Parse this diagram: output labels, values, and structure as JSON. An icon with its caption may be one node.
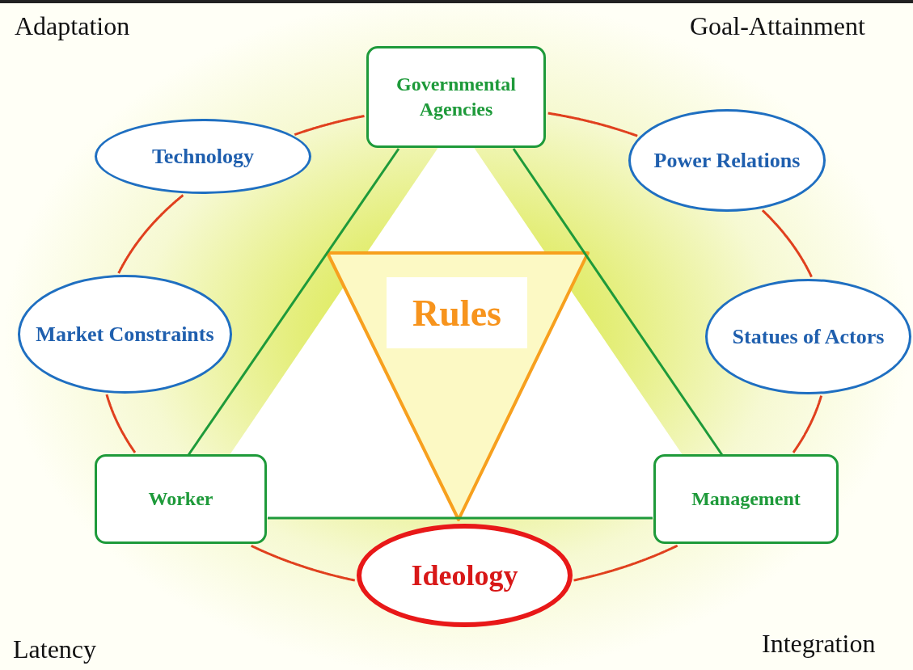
{
  "diagram": {
    "nodes": [
      {
        "text": [
          "Governmental Agencies"
        ]
      },
      {
        "text": [
          "Technology"
        ]
      },
      {
        "text": [
          "Power Relations"
        ]
      },
      {
        "text": [
          "Market Constraints"
        ]
      },
      {
        "text": [
          "Rules"
        ]
      },
      {
        "text": [
          "Statues of Actors"
        ]
      },
      {
        "text": [
          "Worker"
        ]
      },
      {
        "text": [
          "Management"
        ]
      },
      {
        "text": [
          "Ideology"
        ]
      }
    ],
    "edges": [
      {
        "from": 0,
        "to": 2,
        "arrow": "none"
      },
      {
        "from": 2,
        "to": 5,
        "arrow": "none"
      },
      {
        "from": 5,
        "to": 7,
        "arrow": "none"
      },
      {
        "from": 7,
        "to": 8,
        "arrow": "none"
      },
      {
        "from": 8,
        "to": 6,
        "arrow": "none"
      },
      {
        "from": 6,
        "to": 3,
        "arrow": "none"
      },
      {
        "from": 3,
        "to": 1,
        "arrow": "none"
      },
      {
        "from": 1,
        "to": 0,
        "arrow": "none"
      },
      {
        "from": 0,
        "to": 6,
        "arrow": "none",
        "color": "#1e9a3a"
      },
      {
        "from": 0,
        "to": 7,
        "arrow": "none",
        "color": "#1e9a3a"
      },
      {
        "from": 6,
        "to": 7,
        "arrow": "none",
        "color": "#1e9a3a"
      }
    ],
    "labels": [
      "Adaptation",
      "Goal-Attainment",
      "Latency",
      "Integration"
    ]
  }
}
